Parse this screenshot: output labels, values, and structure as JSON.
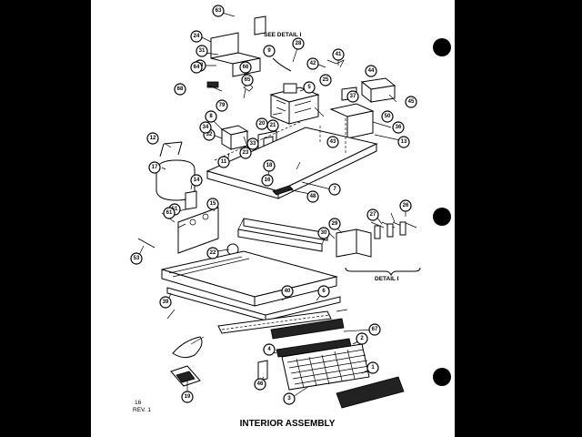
{
  "title": "INTERIOR ASSEMBLY",
  "page_number": "16",
  "revision": "REV. 1",
  "detail_reference": "SEE DETAIL I",
  "detail_label": "DETAIL I",
  "callouts": [
    "63",
    "24",
    "31",
    "38",
    "65",
    "66",
    "9",
    "64",
    "68",
    "79",
    "28",
    "41",
    "42",
    "25",
    "5",
    "44",
    "37",
    "45",
    "43",
    "50",
    "13",
    "36",
    "21",
    "20",
    "32",
    "33",
    "8",
    "34",
    "12",
    "11",
    "17",
    "23",
    "18",
    "16",
    "48",
    "7",
    "14",
    "51",
    "15",
    "22",
    "53",
    "27",
    "26",
    "29",
    "30",
    "61",
    "39",
    "6",
    "40",
    "67",
    "2",
    "4",
    "1",
    "46",
    "3",
    "19"
  ]
}
